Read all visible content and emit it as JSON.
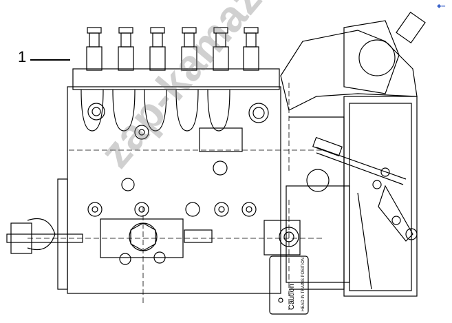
{
  "callout": {
    "number": "1"
  },
  "plate_text": "Caution",
  "plate_subtext": "HEAD IN TRAINS POSITION",
  "watermark": "zap-kamaz.ru",
  "corner_mark": "◆═"
}
